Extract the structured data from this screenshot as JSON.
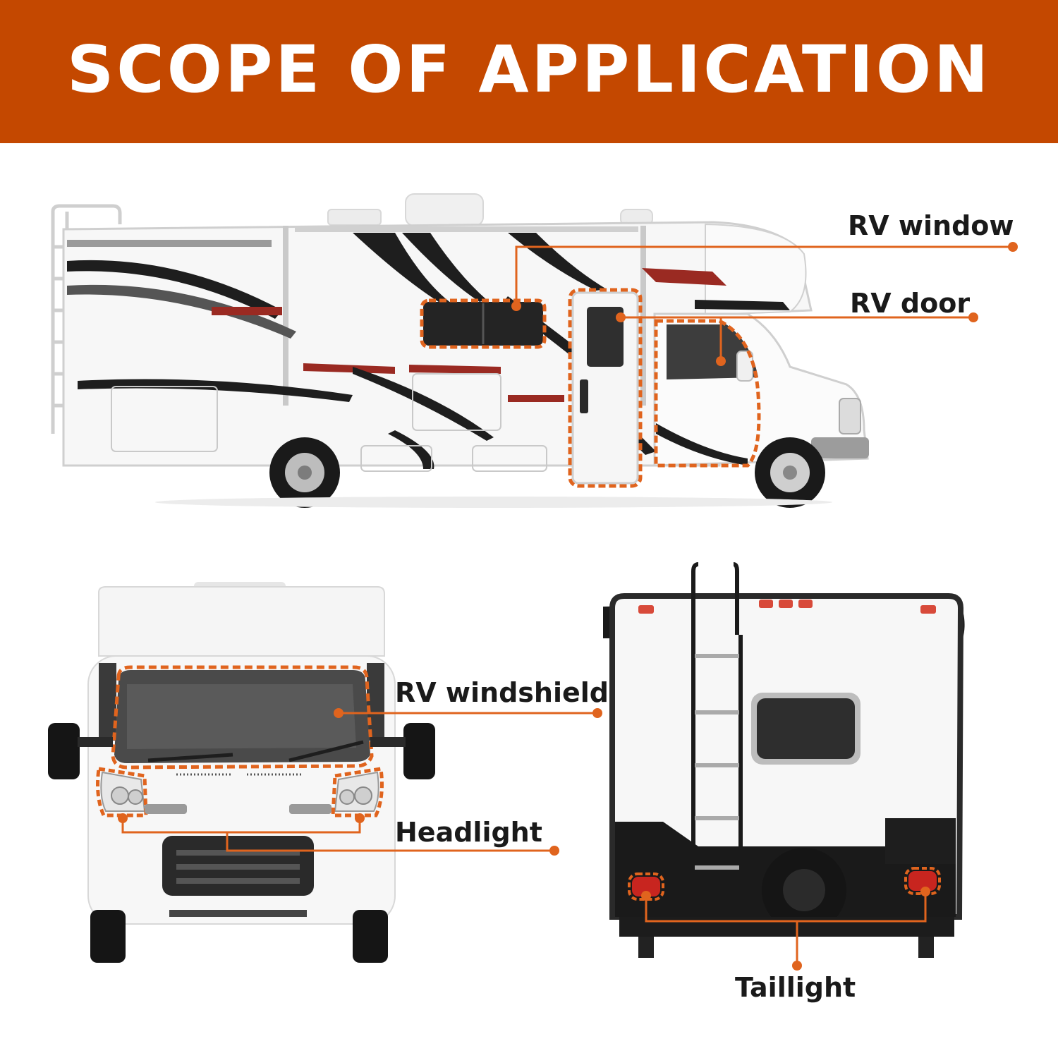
{
  "banner": {
    "title": "SCOPE OF APPLICATION"
  },
  "labels": {
    "rv_window": "RV window",
    "rv_door": "RV door",
    "rv_windshield": "RV windshield",
    "headlight": "Headlight",
    "taillight": "Taillight"
  },
  "colors": {
    "banner": "#c44800",
    "accent": "#e0641e",
    "text": "#1a1a1a",
    "stripe_dark": "#1e1e1e",
    "stripe_red": "#9a2a22"
  }
}
